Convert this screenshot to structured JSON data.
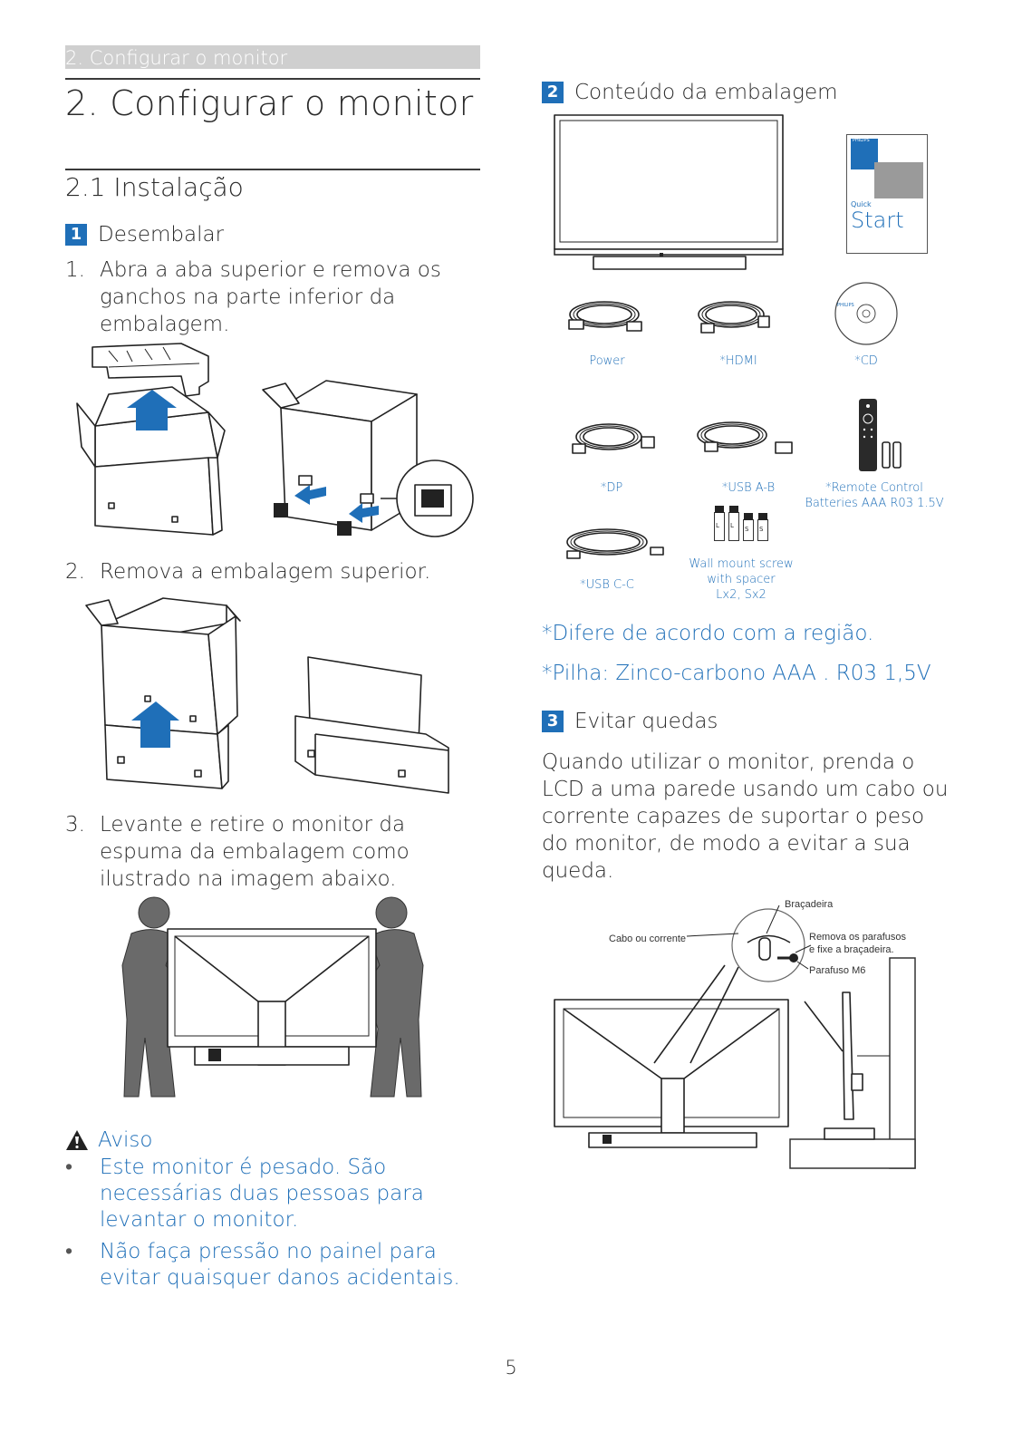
{
  "running_header": "2. Configurar o monitor",
  "chapter_title": "2.  Configurar o monitor",
  "section_title": "2.1  Instalação",
  "unpack": {
    "badge": "1",
    "title": "Desembalar",
    "steps": [
      {
        "num": "1.",
        "text": "Abra a aba superior e remova os ganchos na parte inferior da embalagem."
      },
      {
        "num": "2.",
        "text": "Remova a embalagem superior."
      },
      {
        "num": "3.",
        "text": "Levante e retire o monitor da espuma da embalagem como ilustrado na imagem abaixo."
      }
    ]
  },
  "warning": {
    "title": "Aviso",
    "items": [
      "Este monitor é pesado. São necessárias duas pessoas para levantar o monitor.",
      "Não faça pressão no painel para evitar quaisquer danos acidentais."
    ]
  },
  "contents": {
    "badge": "2",
    "title": "Conteúdo da embalagem",
    "quickstart": {
      "brand": "PHILIPS",
      "small": "Quick",
      "big": "Start"
    },
    "cd_brand": "PHILIPS",
    "items": {
      "power": "Power",
      "hdmi": "*HDMI",
      "cd": "*CD",
      "dp": "*DP",
      "usba": "*USB A-B",
      "remote_line1": "*Remote Control",
      "remote_line2": "Batteries AAA R03 1.5V",
      "usbc": "*USB C-C",
      "screw_line1": "Wall mount screw",
      "screw_line2": "with spacer",
      "screw_line3": "Lx2, Sx2",
      "screw_tags": [
        "L",
        "L",
        "S",
        "S"
      ]
    },
    "note1": "*Difere de acordo com a região.",
    "note2": "*Pilha: Zinco-carbono AAA . R03 1,5V"
  },
  "fall": {
    "badge": "3",
    "title": "Evitar quedas",
    "text": "Quando utilizar o monitor, prenda o LCD a uma parede usando um cabo ou corrente capazes de suportar o peso do monitor, de modo a evitar a sua queda.",
    "labels": {
      "bracket": "Braçadeira",
      "cable": "Cabo ou corrente",
      "remove_line1": "Remova os parafusos",
      "remove_line2": "e fixe a braçadeira.",
      "screw": "Parafuso M6"
    }
  },
  "page_number": "5",
  "colors": {
    "accent": "#1f6fb8",
    "header_bar": "#cfcfcf"
  }
}
